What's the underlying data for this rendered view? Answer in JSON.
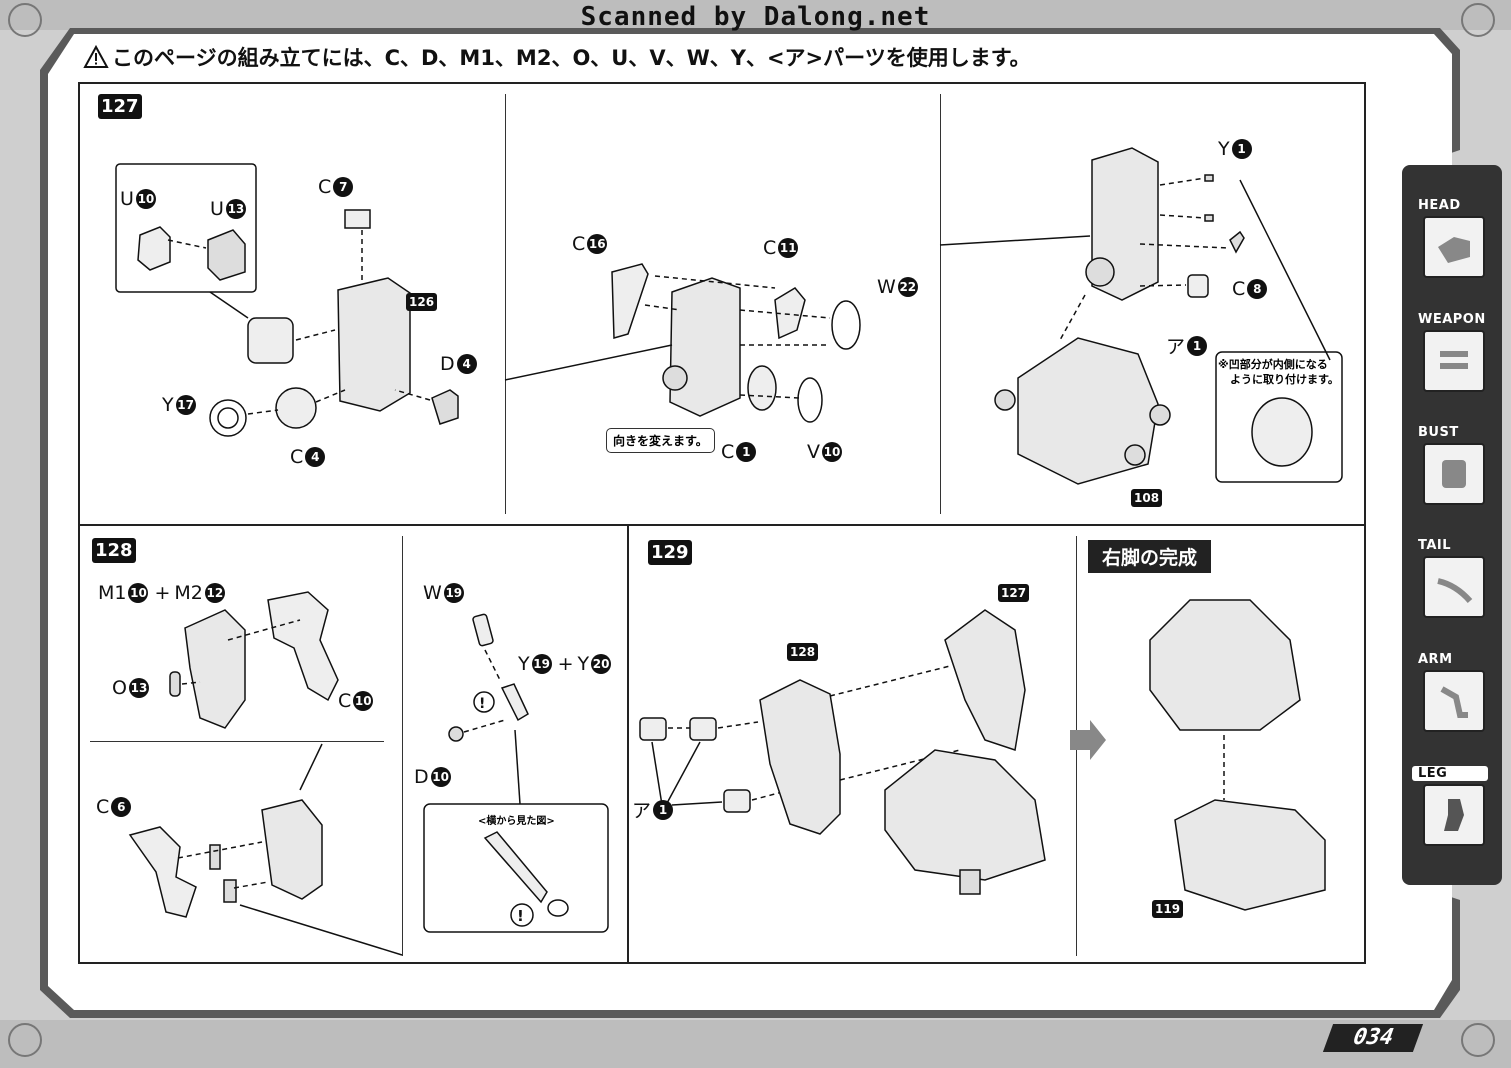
{
  "header": {
    "scanner_credit": "Scanned by Dalong.net",
    "warning": "このページの組み立てには、C、D、M1、M2、O、U、V、W、Y、<ア>パーツを使用します。"
  },
  "steps": {
    "s127": {
      "number": "127",
      "refs": {
        "r126": "126",
        "r108": "108"
      },
      "labels": {
        "u10": {
          "part": "U",
          "num": "10"
        },
        "u13": {
          "part": "U",
          "num": "13"
        },
        "c7": {
          "part": "C",
          "num": "7"
        },
        "d4": {
          "part": "D",
          "num": "4"
        },
        "y17": {
          "part": "Y",
          "num": "17"
        },
        "c4": {
          "part": "C",
          "num": "4"
        },
        "c16": {
          "part": "C",
          "num": "16"
        },
        "c11": {
          "part": "C",
          "num": "11"
        },
        "w22": {
          "part": "W",
          "num": "22"
        },
        "c1": {
          "part": "C",
          "num": "1"
        },
        "v10": {
          "part": "V",
          "num": "10"
        },
        "y1": {
          "part": "Y",
          "num": "1"
        },
        "c8": {
          "part": "C",
          "num": "8"
        },
        "a1": {
          "part": "ア",
          "num": "1"
        }
      },
      "note_turn": "向きを変えます。",
      "note_concave_1": "※凹部分が内側になる",
      "note_concave_2": "ように取り付けます。"
    },
    "s128": {
      "number": "128",
      "labels": {
        "m1_10": {
          "part": "M1",
          "num": "10"
        },
        "m2_12": {
          "part": "M2",
          "num": "12"
        },
        "o13": {
          "part": "O",
          "num": "13"
        },
        "c10": {
          "part": "C",
          "num": "10"
        },
        "c6": {
          "part": "C",
          "num": "6"
        },
        "w19": {
          "part": "W",
          "num": "19"
        },
        "y19": {
          "part": "Y",
          "num": "19"
        },
        "y20": {
          "part": "Y",
          "num": "20"
        },
        "d10": {
          "part": "D",
          "num": "10"
        }
      },
      "plus": "+",
      "side_view": "<横から見た図>"
    },
    "s129": {
      "number": "129",
      "refs": {
        "r127": "127",
        "r128": "128",
        "r119": "119"
      },
      "labels": {
        "a1": {
          "part": "ア",
          "num": "1"
        }
      },
      "complete": "右脚の完成"
    }
  },
  "sidebar": {
    "tabs": [
      {
        "label": "HEAD"
      },
      {
        "label": "WEAPON"
      },
      {
        "label": "BUST"
      },
      {
        "label": "TAIL"
      },
      {
        "label": "ARM"
      },
      {
        "label": "LEG",
        "active": true
      }
    ]
  },
  "page_number": "034",
  "colors": {
    "frame": "#4a4a4a",
    "tab_active": "#ffffff",
    "accent": "#111111"
  }
}
